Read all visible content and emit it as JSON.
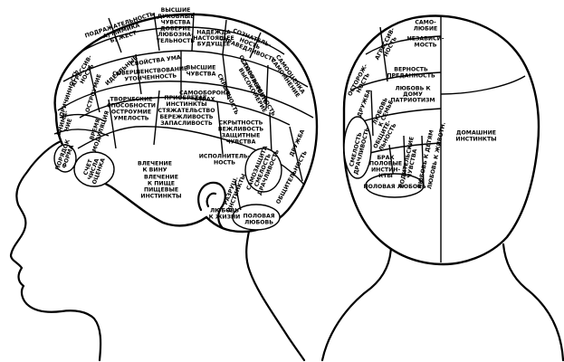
{
  "side_view": {
    "labels": [
      {
        "key": "podrazh",
        "lines": [
          "ПОДРАЖАТЕЛЬНОСТЬ",
          "А) МИМИКА",
          "Б) ЖЕСТ"
        ]
      },
      {
        "key": "vysshie_dukh",
        "lines": [
          "ВЫСШИЕ",
          "ДУХОВНЫЕ",
          "ЧУВСТВА",
          "ДОВЕРИЕ",
          "ЛЮБОЗНА-",
          "ТЕЛЬНОСТЬ"
        ]
      },
      {
        "key": "nadezhda",
        "lines": [
          "НАДЕЖДА",
          "НАСТОЯЩЕЕ",
          "БУДУЩЕЕ"
        ]
      },
      {
        "key": "sozn",
        "lines": [
          "СОЗНАТЕЛЬ-",
          "НОСТЬ",
          "СПРАВЕДЛИВОСТЬ"
        ]
      },
      {
        "key": "samootsenka",
        "lines": [
          "САМООЦЕНКА",
          "САМОМНЕНИЕ"
        ]
      },
      {
        "key": "agressivnost",
        "lines": [
          "АГРЕССИВ-",
          "НОСТЬ"
        ]
      },
      {
        "key": "svoistva_uma",
        "lines": [
          "СВОЙСТВА УМА"
        ]
      },
      {
        "key": "idealnye",
        "lines": [
          "ИДЕАЛЬНЫЕ"
        ]
      },
      {
        "key": "sovershenstv",
        "lines": [
          "СОВЕРШЕНСТВОВАНИЕ",
          "УТОНЧЕННОСТЬ"
        ]
      },
      {
        "key": "vysshie_chuvstva",
        "lines": [
          "ВЫСШИЕ",
          "ЧУВСТВА"
        ]
      },
      {
        "key": "samouverennost",
        "lines": [
          "САМОУВЕРЕННОСТЬ",
          "ВЫСОКОМЕРИЕ"
        ]
      },
      {
        "key": "prichinnost",
        "lines": [
          "ПРИЧИННОСТЬ"
        ]
      },
      {
        "key": "ostroumie_v",
        "lines": [
          "ОСТРОУМИЕ"
        ]
      },
      {
        "key": "tvorcheskie",
        "lines": [
          "ТВОРЧЕСКИЕ",
          "СПОСОБНОСТИ",
          "ОСТРОУМИЕ",
          "УМЕЛОСТЬ"
        ]
      },
      {
        "key": "priobret",
        "lines": [
          "ПРИОБРЕТАТ.",
          "ИНСТИНКТЫ",
          "СТЯЖАТЕЛЬСТВО",
          "БЕРЕЖЛИВОСТЬ",
          "ЗАПАСЛИВОСТЬ"
        ]
      },
      {
        "key": "ostorozhnost",
        "lines": [
          "ОСТОРОЖНОСТЬ"
        ]
      },
      {
        "key": "samooborona",
        "lines": [
          "САМООБОРОНА",
          "СТРАХ"
        ]
      },
      {
        "key": "skrytnost",
        "lines": [
          "СКРЫТНОСТЬ"
        ]
      },
      {
        "key": "skrytnost_vezh",
        "lines": [
          "СКРЫТНОСТЬ",
          "ВЕЖЛИВОСТЬ",
          "ЗАЩИТНЫЕ",
          "ЧУВСТВА"
        ]
      },
      {
        "key": "druzhba",
        "lines": [
          "ДРУЖБА"
        ]
      },
      {
        "key": "vnimanie",
        "lines": [
          "ВНИМА-",
          "НИЕ"
        ]
      },
      {
        "key": "vremya",
        "lines": [
          "ВРЕМЯ",
          "МОДУЛЯЦИЯ"
        ]
      },
      {
        "key": "poryadok",
        "lines": [
          "ПОРЯДОК",
          "ФОРМА"
        ]
      },
      {
        "key": "schet",
        "lines": [
          "СЧЕТ",
          "ЧИСЛА",
          "ОЦЕНКА"
        ]
      },
      {
        "key": "vlechenie_vinu",
        "lines": [
          "ВЛЕЧЕНИЕ",
          "К ВИНУ"
        ]
      },
      {
        "key": "vlechenie_pishche",
        "lines": [
          "ВЛЕЧЕНИЕ",
          "К ПИЩЕ",
          "ПИЩЕВЫЕ",
          "ИНСТИНКТЫ"
        ]
      },
      {
        "key": "ispolnit",
        "lines": [
          "ИСПОЛНИТЕЛЬ-",
          "НОСТЬ"
        ]
      },
      {
        "key": "razrush",
        "lines": [
          "РАЗРУШ.",
          "ИНСТИНКТЫ"
        ]
      },
      {
        "key": "samozashchita",
        "lines": [
          "САМОЗАЩИТА",
          "СМЕЛОСТЬ",
          "ДРАЧЛИВОСТЬ"
        ]
      },
      {
        "key": "lyubov_zhizni",
        "lines": [
          "ЛЮБОВЬ",
          "К ЖИЗНИ"
        ]
      },
      {
        "key": "polovaya",
        "lines": [
          "ПОЛОВАЯ",
          "ЛЮБОВЬ"
        ]
      },
      {
        "key": "obshchit",
        "lines": [
          "ОБЩИТЕЛЬНОСТЬ"
        ]
      }
    ]
  },
  "back_view": {
    "labels": [
      {
        "key": "agressivnost",
        "lines": [
          "АГРЕССИВ-",
          "НОСТЬ"
        ]
      },
      {
        "key": "samolyubie",
        "lines": [
          "САМО-",
          "ЛЮБИЕ"
        ]
      },
      {
        "key": "nezavisimost",
        "lines": [
          "НЕЗАВИСИ-",
          "МОСТЬ"
        ]
      },
      {
        "key": "ostorozhnost",
        "lines": [
          "ОСТОРОЖ-",
          "НОСТЬ"
        ]
      },
      {
        "key": "vernost",
        "lines": [
          "ВЕРНОСТЬ",
          "ПРЕДАННОСТЬ"
        ]
      },
      {
        "key": "druzhba",
        "lines": [
          "ДРУЖБА"
        ]
      },
      {
        "key": "lyubov_semie",
        "lines": [
          "ЛЮБОВЬ",
          "К СЕМЬЕ"
        ]
      },
      {
        "key": "lyubov_domu",
        "lines": [
          "ЛЮБОВЬ К",
          "ДОМУ",
          "ПАТРИОТИЗМ"
        ]
      },
      {
        "key": "obshchit",
        "lines": [
          "ОБЩИТЕ-",
          "ЛЬНОСТЬ"
        ]
      },
      {
        "key": "brak",
        "lines": [
          "БРАК",
          "ПОЛОВЫЕ",
          "ИНСТИН-",
          "КТЫ"
        ]
      },
      {
        "key": "roditelskie",
        "lines": [
          "РОДИТЕЛЬСКИЕ",
          "ЧУВСТВА"
        ]
      },
      {
        "key": "lyubov_detyam",
        "lines": [
          "ЛЮБОВЬ К ДЕТЯМ"
        ]
      },
      {
        "key": "lyubov_zhivotn",
        "lines": [
          "ЛЮБОВЬ К ЖИВОТН."
        ]
      },
      {
        "key": "domashnie",
        "lines": [
          "ДОМАШНИЕ",
          "ИНСТИНКТЫ"
        ]
      },
      {
        "key": "smelost",
        "lines": [
          "СМЕЛОСТЬ",
          "ДРАЧЛИВОСТЬ"
        ]
      },
      {
        "key": "polovaya",
        "lines": [
          "ПОЛОВАЯ ЛЮБОВЬ"
        ]
      }
    ]
  }
}
